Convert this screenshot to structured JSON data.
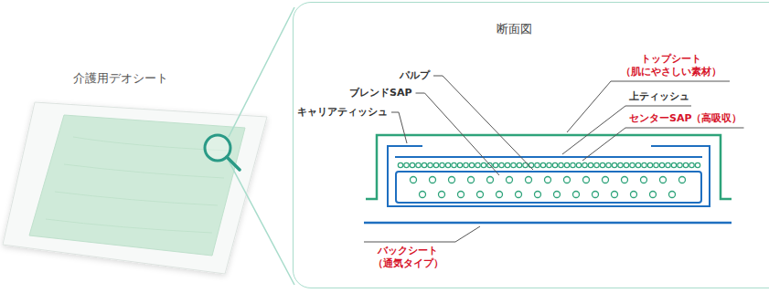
{
  "diagram": {
    "nodes": [
      {
        "text": [
          "断面図"
        ]
      }
    ],
    "labels": [
      "介護用デオシート",
      "パルプ",
      "ブレンドSAP",
      "キャリアティッシュ",
      "トップシート （肌にやさしい素材）",
      "上ティッシュ",
      "センターSAP（高吸収）",
      "バックシート （通気タイプ）"
    ]
  }
}
